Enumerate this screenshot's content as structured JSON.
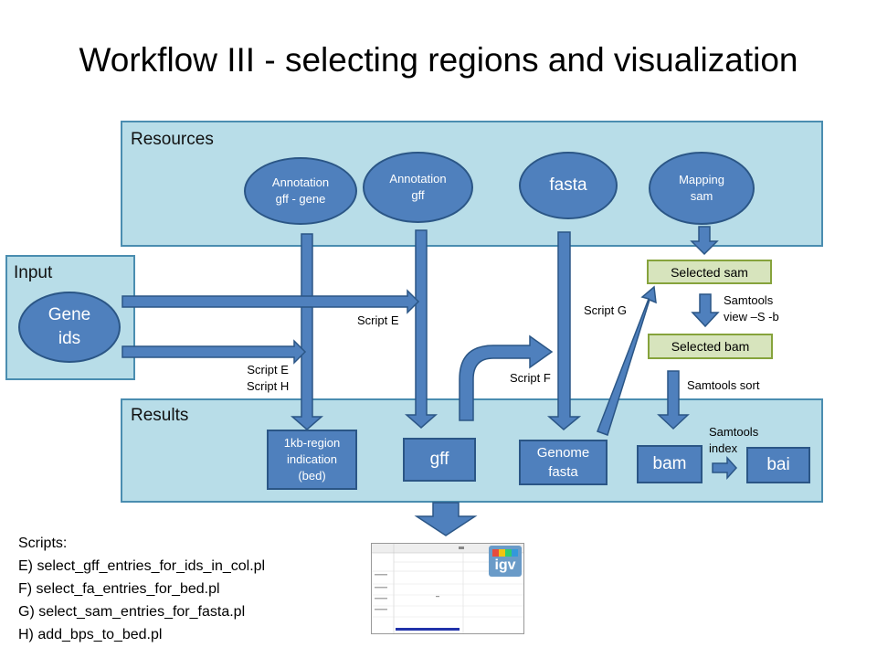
{
  "title": "Workflow III - selecting regions and visualization",
  "panels": {
    "resources": "Resources",
    "input": "Input",
    "results": "Results"
  },
  "resources": {
    "annotation_gene": [
      "Annotation",
      "gff - gene"
    ],
    "annotation_gff": [
      "Annotation",
      "gff"
    ],
    "fasta": "fasta",
    "mapping": [
      "Mapping",
      "sam"
    ]
  },
  "input": {
    "gene_ids": [
      "Gene",
      "ids"
    ]
  },
  "results": {
    "bed": [
      "1kb-region",
      "indication",
      "(bed)"
    ],
    "gff": "gff",
    "genome_fasta": [
      "Genome",
      "fasta"
    ],
    "bam": "bam",
    "bai": "bai"
  },
  "intermediate": {
    "selected_sam": "Selected sam",
    "selected_bam": "Selected bam"
  },
  "labels": {
    "script_e_top": "Script E",
    "script_eh": [
      "Script E",
      "Script H"
    ],
    "script_f": "Script F",
    "script_g": "Script G",
    "samtools_view": [
      "Samtools",
      "view –S -b"
    ],
    "samtools_sort": "Samtools sort",
    "samtools_index": [
      "Samtools",
      "index"
    ]
  },
  "scripts": {
    "heading": "Scripts:",
    "items": [
      "E) select_gff_entries_for_ids_in_col.pl",
      "F) select_fa_entries_for_bed.pl",
      "G) select_sam_entries_for_fasta.pl",
      "H) add_bps_to_bed.pl"
    ]
  },
  "igv": {
    "logo": "igv"
  },
  "colors": {
    "panel_fill": "#b8dde8",
    "node_fill": "#4f80bd",
    "node_border": "#2b5686",
    "green_fill": "#d7e4bd",
    "green_border": "#86a33c"
  }
}
